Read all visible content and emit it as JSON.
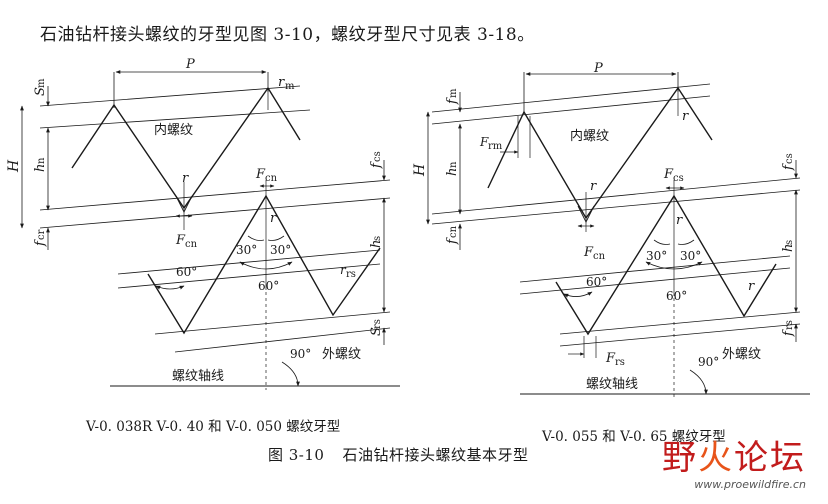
{
  "intro_text": "石油钻杆接头螺纹的牙型见图 3-10，螺纹牙型尺寸见表 3-18。",
  "left_diagram": {
    "labels": {
      "P": "P",
      "r_m": "r",
      "r_m_sub": "m",
      "S_m": "S",
      "S_m_sub": "m",
      "H": "H",
      "h_n": "h",
      "h_n_sub": "n",
      "f_cr": "f",
      "f_cr_sub": "cr",
      "inner_thread": "内螺纹",
      "r_center": "r",
      "F_cn_left": "F",
      "F_cn_left_sub": "cn",
      "F_cn_top": "F",
      "F_cn_top_sub": "cn",
      "r_mid": "r",
      "angle_30a": "30°",
      "angle_30b": "30°",
      "angle_60_left": "60°",
      "angle_60_center": "60°",
      "r_rs": "r",
      "r_rs_sub": "rs",
      "f_cs": "f",
      "f_cs_sub": "cs",
      "h_s": "h",
      "h_s_sub": "s",
      "S_rs": "S",
      "S_rs_sub": "rs",
      "angle_90": "90°",
      "outer_thread": "外螺纹",
      "axis_line": "螺纹轴线"
    },
    "caption": "V-0. 038R V-0. 40 和 V-0. 050 螺纹牙型"
  },
  "right_diagram": {
    "labels": {
      "P": "P",
      "f_m": "f",
      "f_m_sub": "m",
      "F_rm": "F",
      "F_rm_sub": "rm",
      "H": "H",
      "h_n": "h",
      "h_n_sub": "n",
      "f_cn": "f",
      "f_cn_sub": "cn",
      "inner_thread": "内螺纹",
      "r_top": "r",
      "r_center": "r",
      "F_cn": "F",
      "F_cn_sub": "cn",
      "F_cs": "F",
      "F_cs_sub": "cs",
      "r_mid": "r",
      "angle_30a": "30°",
      "angle_30b": "30°",
      "angle_60_left": "60°",
      "angle_60_center": "60°",
      "r_right": "r",
      "f_cs": "f",
      "f_cs_sub": "cs",
      "h_s": "h",
      "h_s_sub": "s",
      "f_rs": "f",
      "f_rs_sub": "rs",
      "F_rs": "F",
      "F_rs_sub": "rs",
      "angle_90": "90°",
      "outer_thread": "外螺纹",
      "axis_line": "螺纹轴线"
    },
    "caption": "V-0. 055 和 V-0. 65 螺纹牙型"
  },
  "figure_title": {
    "number": "图 3-10",
    "text": "石油钻杆接头螺纹基本牙型"
  },
  "watermark": {
    "part1": "野",
    "part2": "火",
    "part3": "论坛",
    "url": "www.proewildfire.cn"
  }
}
